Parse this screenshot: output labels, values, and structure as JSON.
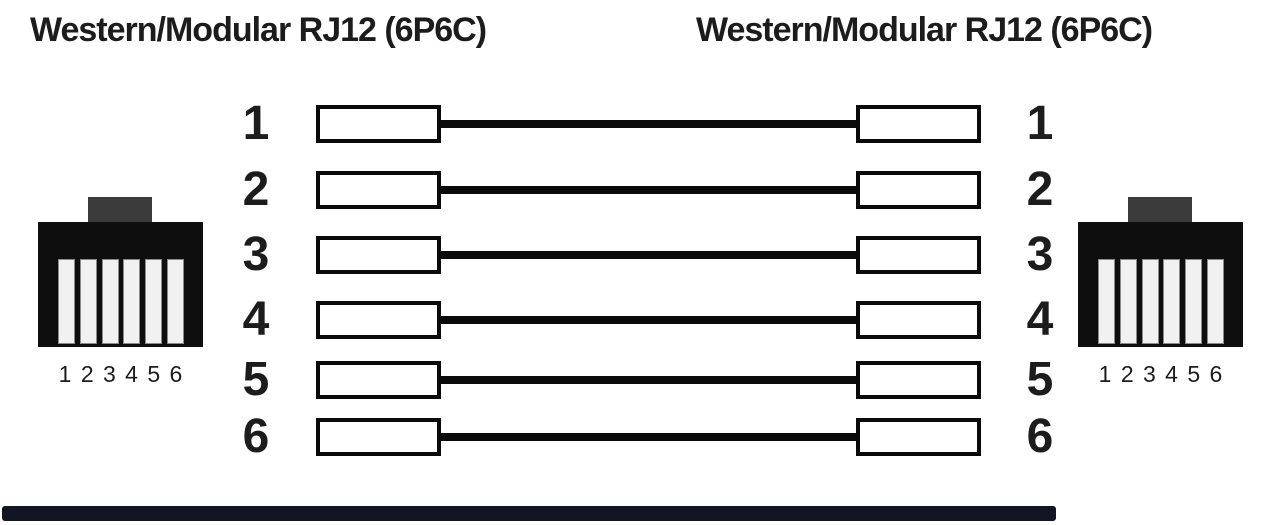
{
  "titles": {
    "left": "Western/Modular RJ12 (6P6C)",
    "right": "Western/Modular RJ12 (6P6C)"
  },
  "connectors": {
    "left": {
      "pin_label": "1 2 3 4 5 6",
      "slot_count": 6
    },
    "right": {
      "pin_label": "1 2 3 4 5 6",
      "slot_count": 6
    }
  },
  "wiring": {
    "rows": [
      {
        "left_pin": "1",
        "right_pin": "1"
      },
      {
        "left_pin": "2",
        "right_pin": "2"
      },
      {
        "left_pin": "3",
        "right_pin": "3"
      },
      {
        "left_pin": "4",
        "right_pin": "4"
      },
      {
        "left_pin": "5",
        "right_pin": "5"
      },
      {
        "left_pin": "6",
        "right_pin": "6"
      }
    ]
  },
  "colors": {
    "background": "#ffffff",
    "text": "#1c1c1c",
    "line": "#0a0a0a",
    "connector_body": "#0e0e0e",
    "connector_latch": "#3b3b3b",
    "slot_fill": "#f1f1f1",
    "bottom_bar": "#121622"
  }
}
